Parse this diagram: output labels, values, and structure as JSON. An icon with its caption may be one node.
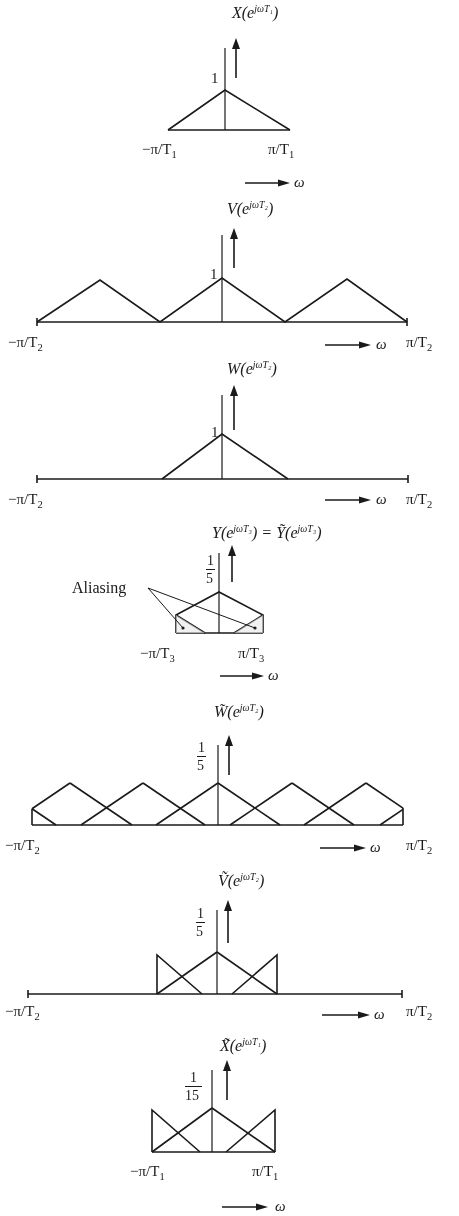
{
  "diagram": {
    "nodes": [
      {
        "text": [
          "Aliasing"
        ]
      },
      {
        "text": [],
        "shape": "triangle"
      },
      {
        "text": [],
        "shape": "triangle"
      }
    ],
    "edges": [
      {
        "from": 0,
        "to": 1,
        "arrow": "other"
      },
      {
        "from": 0,
        "to": 2,
        "arrow": "other"
      }
    ],
    "labels": [
      "X(e$^{jωT₁}$)",
      "1",
      "−π/T$_{1}$",
      "π/T$_{1}$",
      "ω",
      "V(e$^{jωT₂}$)",
      "1",
      "−π/T$_{2}$",
      "ω",
      "π/T$_{2}$",
      "W(e$^{jωT₂}$)",
      "1",
      "−π/T$_{2}$",
      "ω",
      "π/T$_{2}$",
      "Y(e$^{jωT₃}$) = Ỹ(e$^{jωT₃}$)",
      "1",
      "5",
      "−π/T$_{3}$",
      "π/T$_{3}$",
      "ω",
      "W̃(e$^{jωT₂}$)",
      "1",
      "5",
      "−π/T$_{2}$",
      "ω",
      "π/T$_{2}$",
      "Ṽ(e$^{jωT₂}$)",
      "1",
      "5",
      "−π/T$_{2}$",
      "ω",
      "π/T$_{2}$",
      "X̃(e$^{jωT₁}$)",
      "1",
      "15",
      "−π/T$_{1}$",
      "π/T$_{1}$",
      "ω"
    ]
  }
}
